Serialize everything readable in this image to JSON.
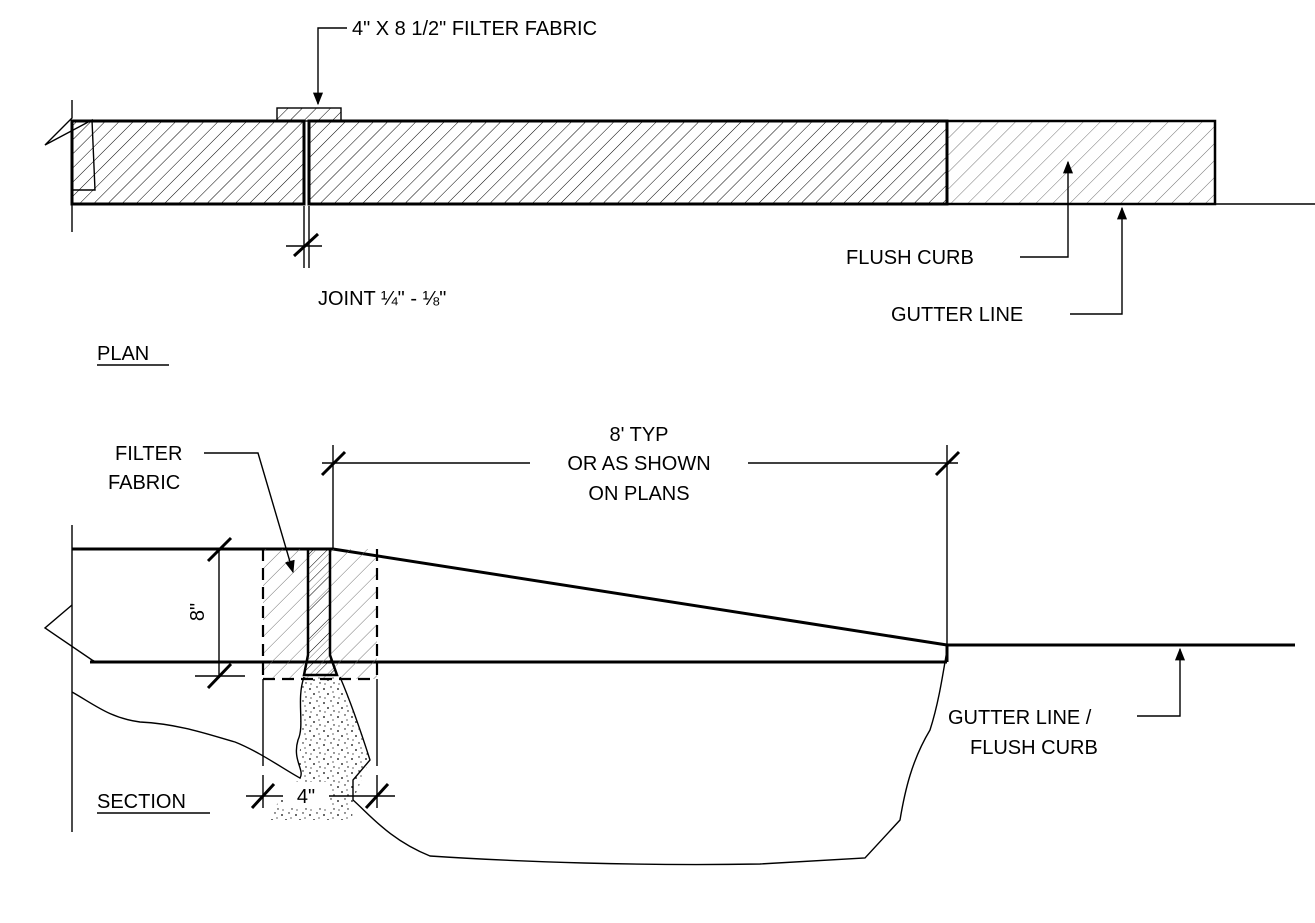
{
  "plan": {
    "title": "PLAN",
    "filter_fabric_label": "4\" X 8 1/2\" FILTER FABRIC",
    "joint_label_prefix": "JOINT ",
    "joint_fraction_a": "¼",
    "joint_mid": "\" - ",
    "joint_fraction_b": "⅛",
    "joint_suffix": "\"",
    "flush_curb_label": "FLUSH CURB",
    "gutter_line_label": "GUTTER LINE"
  },
  "section": {
    "title": "SECTION",
    "filter_fabric_line1": "FILTER",
    "filter_fabric_line2": "FABRIC",
    "span_line1": "8' TYP",
    "span_line2": "OR AS SHOWN",
    "span_line3": "ON PLANS",
    "depth_label": "8\"",
    "width_label": "4\"",
    "gutter_line1": "GUTTER LINE /",
    "gutter_line2": "FLUSH CURB"
  },
  "colors": {
    "ink": "#000000",
    "hatch": "#000000",
    "paper": "#ffffff"
  }
}
